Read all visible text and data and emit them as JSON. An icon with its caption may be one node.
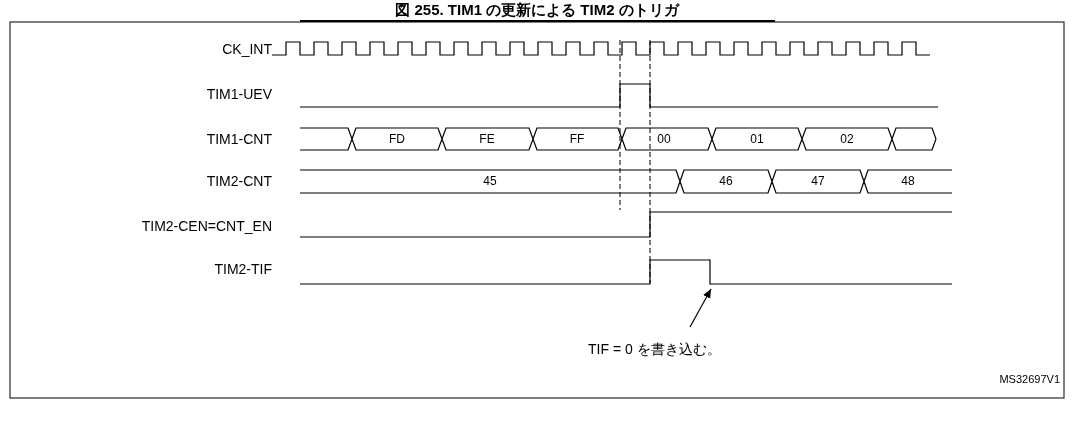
{
  "diagram": {
    "title": "図 255. TIM1 の更新による TIM2 のトリガ",
    "nodes": [
      {
        "text": [
          "TIF = 0 を書き込む。"
        ]
      },
      {
        "text": [],
        "shape": "line"
      }
    ],
    "edges": [
      {
        "from": 0,
        "to": 1,
        "arrow": "to"
      }
    ],
    "labels": [
      "CK_INT",
      "TIM1-UEV",
      "TIM1-CNT",
      "FD",
      "FE",
      "FF",
      "00",
      "01",
      "02",
      "TIM2-CNT",
      "45",
      "46",
      "47",
      "48",
      "TIM2-CEN=CNT_EN",
      "TIM2-TIF",
      "MS32697V1"
    ]
  }
}
